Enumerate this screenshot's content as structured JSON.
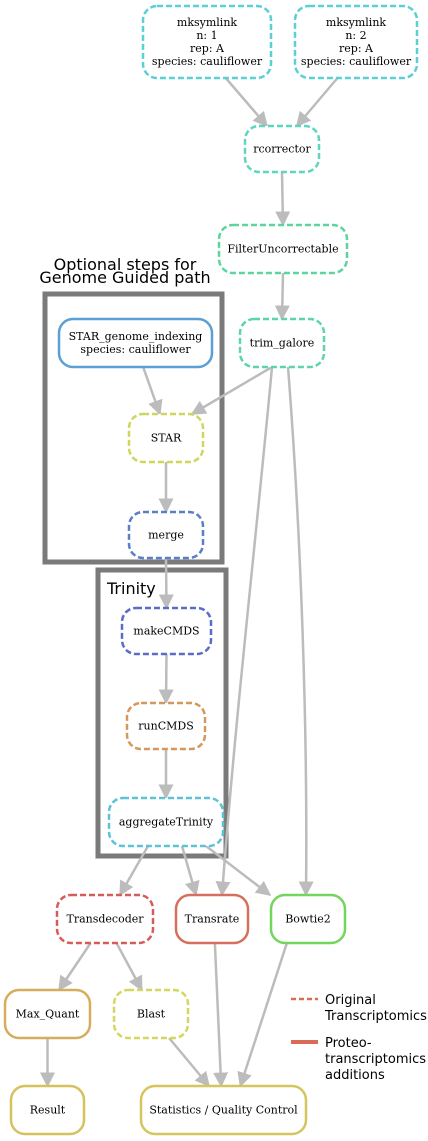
{
  "colors": {
    "edge": "#bcbcbc",
    "group_border": "#7a7a7a",
    "legend_line": "#d96b57"
  },
  "groups": [
    {
      "id": "genome",
      "title_lines": [
        "Optional steps for",
        "Genome Guided path"
      ]
    },
    {
      "id": "trinity",
      "title_lines": [
        "Trinity"
      ]
    }
  ],
  "nodes": [
    {
      "id": "mksymlink1",
      "lines": [
        "mksymlink",
        "n: 1",
        "rep: A",
        "species: cauliflower"
      ],
      "color": "#5ccfd6",
      "dashed": true
    },
    {
      "id": "mksymlink2",
      "lines": [
        "mksymlink",
        "n: 2",
        "rep: A",
        "species: cauliflower"
      ],
      "color": "#5ccfd6",
      "dashed": true
    },
    {
      "id": "rcorrector",
      "lines": [
        "rcorrector"
      ],
      "color": "#5dd5c0",
      "dashed": true
    },
    {
      "id": "filteruncorrectable",
      "lines": [
        "FilterUncorrectable"
      ],
      "color": "#5dd49f",
      "dashed": true
    },
    {
      "id": "trim_galore",
      "lines": [
        "trim_galore"
      ],
      "color": "#5dd5a8",
      "dashed": true
    },
    {
      "id": "star_genome_indexing",
      "lines": [
        "STAR_genome_indexing",
        "species: cauliflower"
      ],
      "color": "#5b9fd4",
      "dashed": false
    },
    {
      "id": "star",
      "lines": [
        "STAR"
      ],
      "color": "#cfd65c",
      "dashed": true
    },
    {
      "id": "merge",
      "lines": [
        "merge"
      ],
      "color": "#5a7ec9",
      "dashed": true
    },
    {
      "id": "makecmds",
      "lines": [
        "makeCMDS"
      ],
      "color": "#5a6cc9",
      "dashed": true
    },
    {
      "id": "runcmds",
      "lines": [
        "runCMDS"
      ],
      "color": "#d6975c",
      "dashed": true
    },
    {
      "id": "aggregatetrinity",
      "lines": [
        "aggregateTrinity"
      ],
      "color": "#5cc2d6",
      "dashed": true
    },
    {
      "id": "transdecoder",
      "lines": [
        "Transdecoder"
      ],
      "color": "#d65c5c",
      "dashed": true
    },
    {
      "id": "transrate",
      "lines": [
        "Transrate"
      ],
      "color": "#d6705c",
      "dashed": false
    },
    {
      "id": "bowtie2",
      "lines": [
        "Bowtie2"
      ],
      "color": "#72d65c",
      "dashed": false
    },
    {
      "id": "max_quant",
      "lines": [
        "Max_Quant"
      ],
      "color": "#d6ad5c",
      "dashed": false
    },
    {
      "id": "blast",
      "lines": [
        "Blast"
      ],
      "color": "#d6d65c",
      "dashed": true
    },
    {
      "id": "result",
      "lines": [
        "Result"
      ],
      "color": "#d6c15c",
      "dashed": false
    },
    {
      "id": "statistics",
      "lines": [
        "Statistics / Quality Control"
      ],
      "color": "#d6c45c",
      "dashed": false
    }
  ],
  "edges": [
    {
      "from": "mksymlink1",
      "to": "rcorrector"
    },
    {
      "from": "mksymlink2",
      "to": "rcorrector"
    },
    {
      "from": "rcorrector",
      "to": "filteruncorrectable"
    },
    {
      "from": "filteruncorrectable",
      "to": "trim_galore"
    },
    {
      "from": "trim_galore",
      "to": "star"
    },
    {
      "from": "star_genome_indexing",
      "to": "star"
    },
    {
      "from": "star",
      "to": "merge"
    },
    {
      "from": "merge",
      "to": "makecmds"
    },
    {
      "from": "makecmds",
      "to": "runcmds"
    },
    {
      "from": "runcmds",
      "to": "aggregatetrinity"
    },
    {
      "from": "aggregatetrinity",
      "to": "transdecoder"
    },
    {
      "from": "aggregatetrinity",
      "to": "transrate"
    },
    {
      "from": "aggregatetrinity",
      "to": "bowtie2"
    },
    {
      "from": "trim_galore",
      "to": "transrate"
    },
    {
      "from": "trim_galore",
      "to": "bowtie2"
    },
    {
      "from": "transdecoder",
      "to": "max_quant"
    },
    {
      "from": "transdecoder",
      "to": "blast"
    },
    {
      "from": "max_quant",
      "to": "result"
    },
    {
      "from": "blast",
      "to": "statistics"
    },
    {
      "from": "transrate",
      "to": "statistics"
    },
    {
      "from": "bowtie2",
      "to": "statistics"
    }
  ],
  "legend": [
    {
      "id": "original",
      "lines": [
        "Original",
        "Transcriptomics"
      ],
      "style": "dashed"
    },
    {
      "id": "proteo",
      "lines": [
        "Proteo-",
        "transcriptomics",
        "additions"
      ],
      "style": "solid"
    }
  ]
}
